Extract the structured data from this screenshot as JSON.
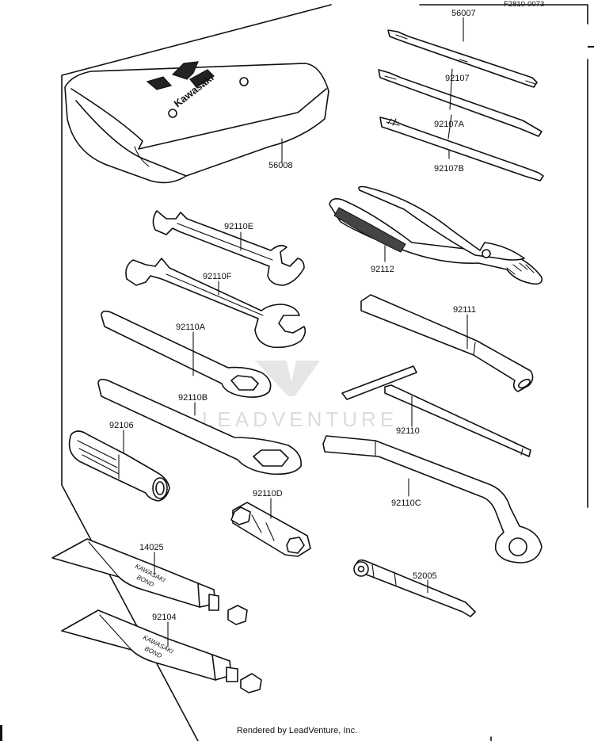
{
  "diagram": {
    "ref_code": "F2810-0073",
    "pouch_logo_text": "Kawasaki",
    "tube_brand": "KAWASAKI",
    "tube_product": "BOND",
    "watermark": "LEADVENTURE",
    "footer": "Rendered by LeadVenture, Inc."
  },
  "parts": [
    {
      "id": "56007"
    },
    {
      "id": "92107"
    },
    {
      "id": "92107A"
    },
    {
      "id": "92107B"
    },
    {
      "id": "56008"
    },
    {
      "id": "92110E"
    },
    {
      "id": "92112"
    },
    {
      "id": "92110F"
    },
    {
      "id": "92111"
    },
    {
      "id": "92110A"
    },
    {
      "id": "92110B"
    },
    {
      "id": "92110"
    },
    {
      "id": "92106"
    },
    {
      "id": "92110D"
    },
    {
      "id": "92110C"
    },
    {
      "id": "14025"
    },
    {
      "id": "52005"
    },
    {
      "id": "92104"
    }
  ]
}
